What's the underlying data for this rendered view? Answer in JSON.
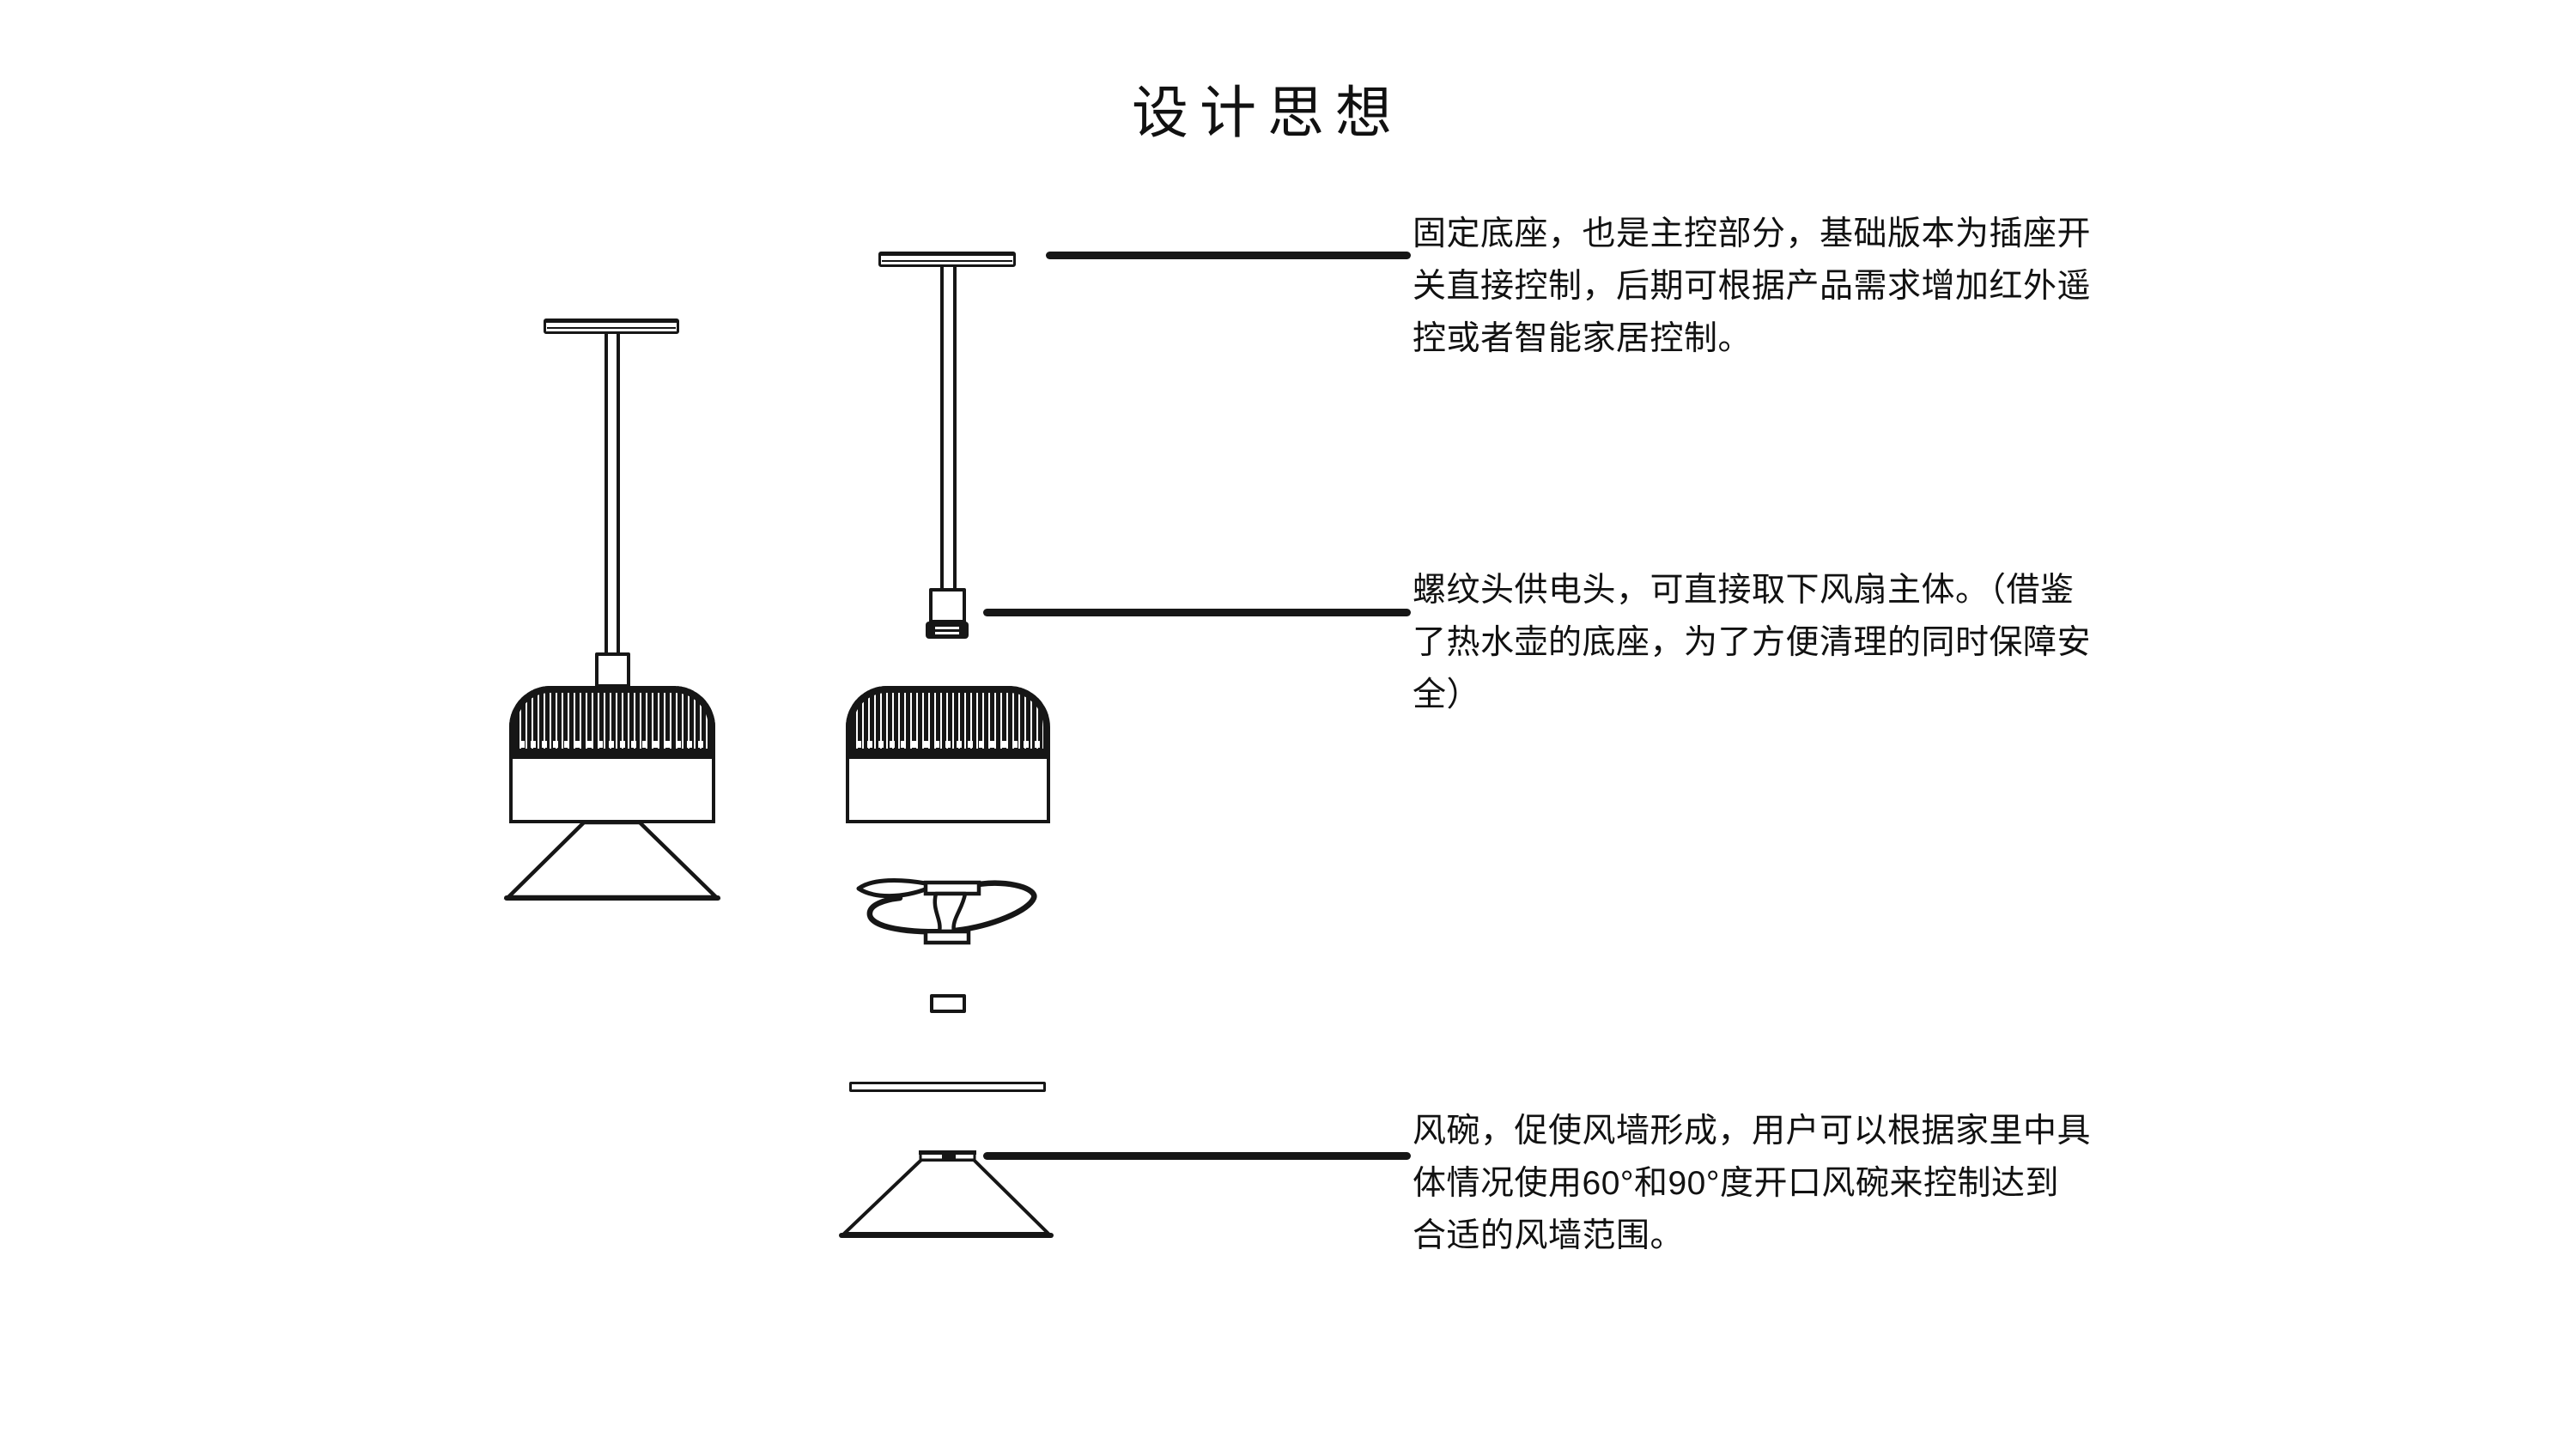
{
  "page": {
    "title": "设计思想",
    "background_color": "#ffffff",
    "ink_color": "#161616"
  },
  "annotations": [
    {
      "target": "fixed-base",
      "lines": [
        "固定底座，也是主控部分，基础版本为插座开",
        "关直接控制，后期可根据产品需求增加红外遥",
        "控或者智能家居控制。"
      ]
    },
    {
      "target": "threaded-power-head",
      "lines": [
        "螺纹头供电头，可直接取下风扇主体。（借鉴",
        "了热水壶的底座，为了方便清理的同时保障安",
        "全）"
      ]
    },
    {
      "target": "wind-bowl",
      "lines": [
        "风碗，促使风墙形成，用户可以根据家里中具",
        "体情况使用60°和90°度开口风碗来控制达到",
        "合适的风墙范围。"
      ]
    }
  ]
}
